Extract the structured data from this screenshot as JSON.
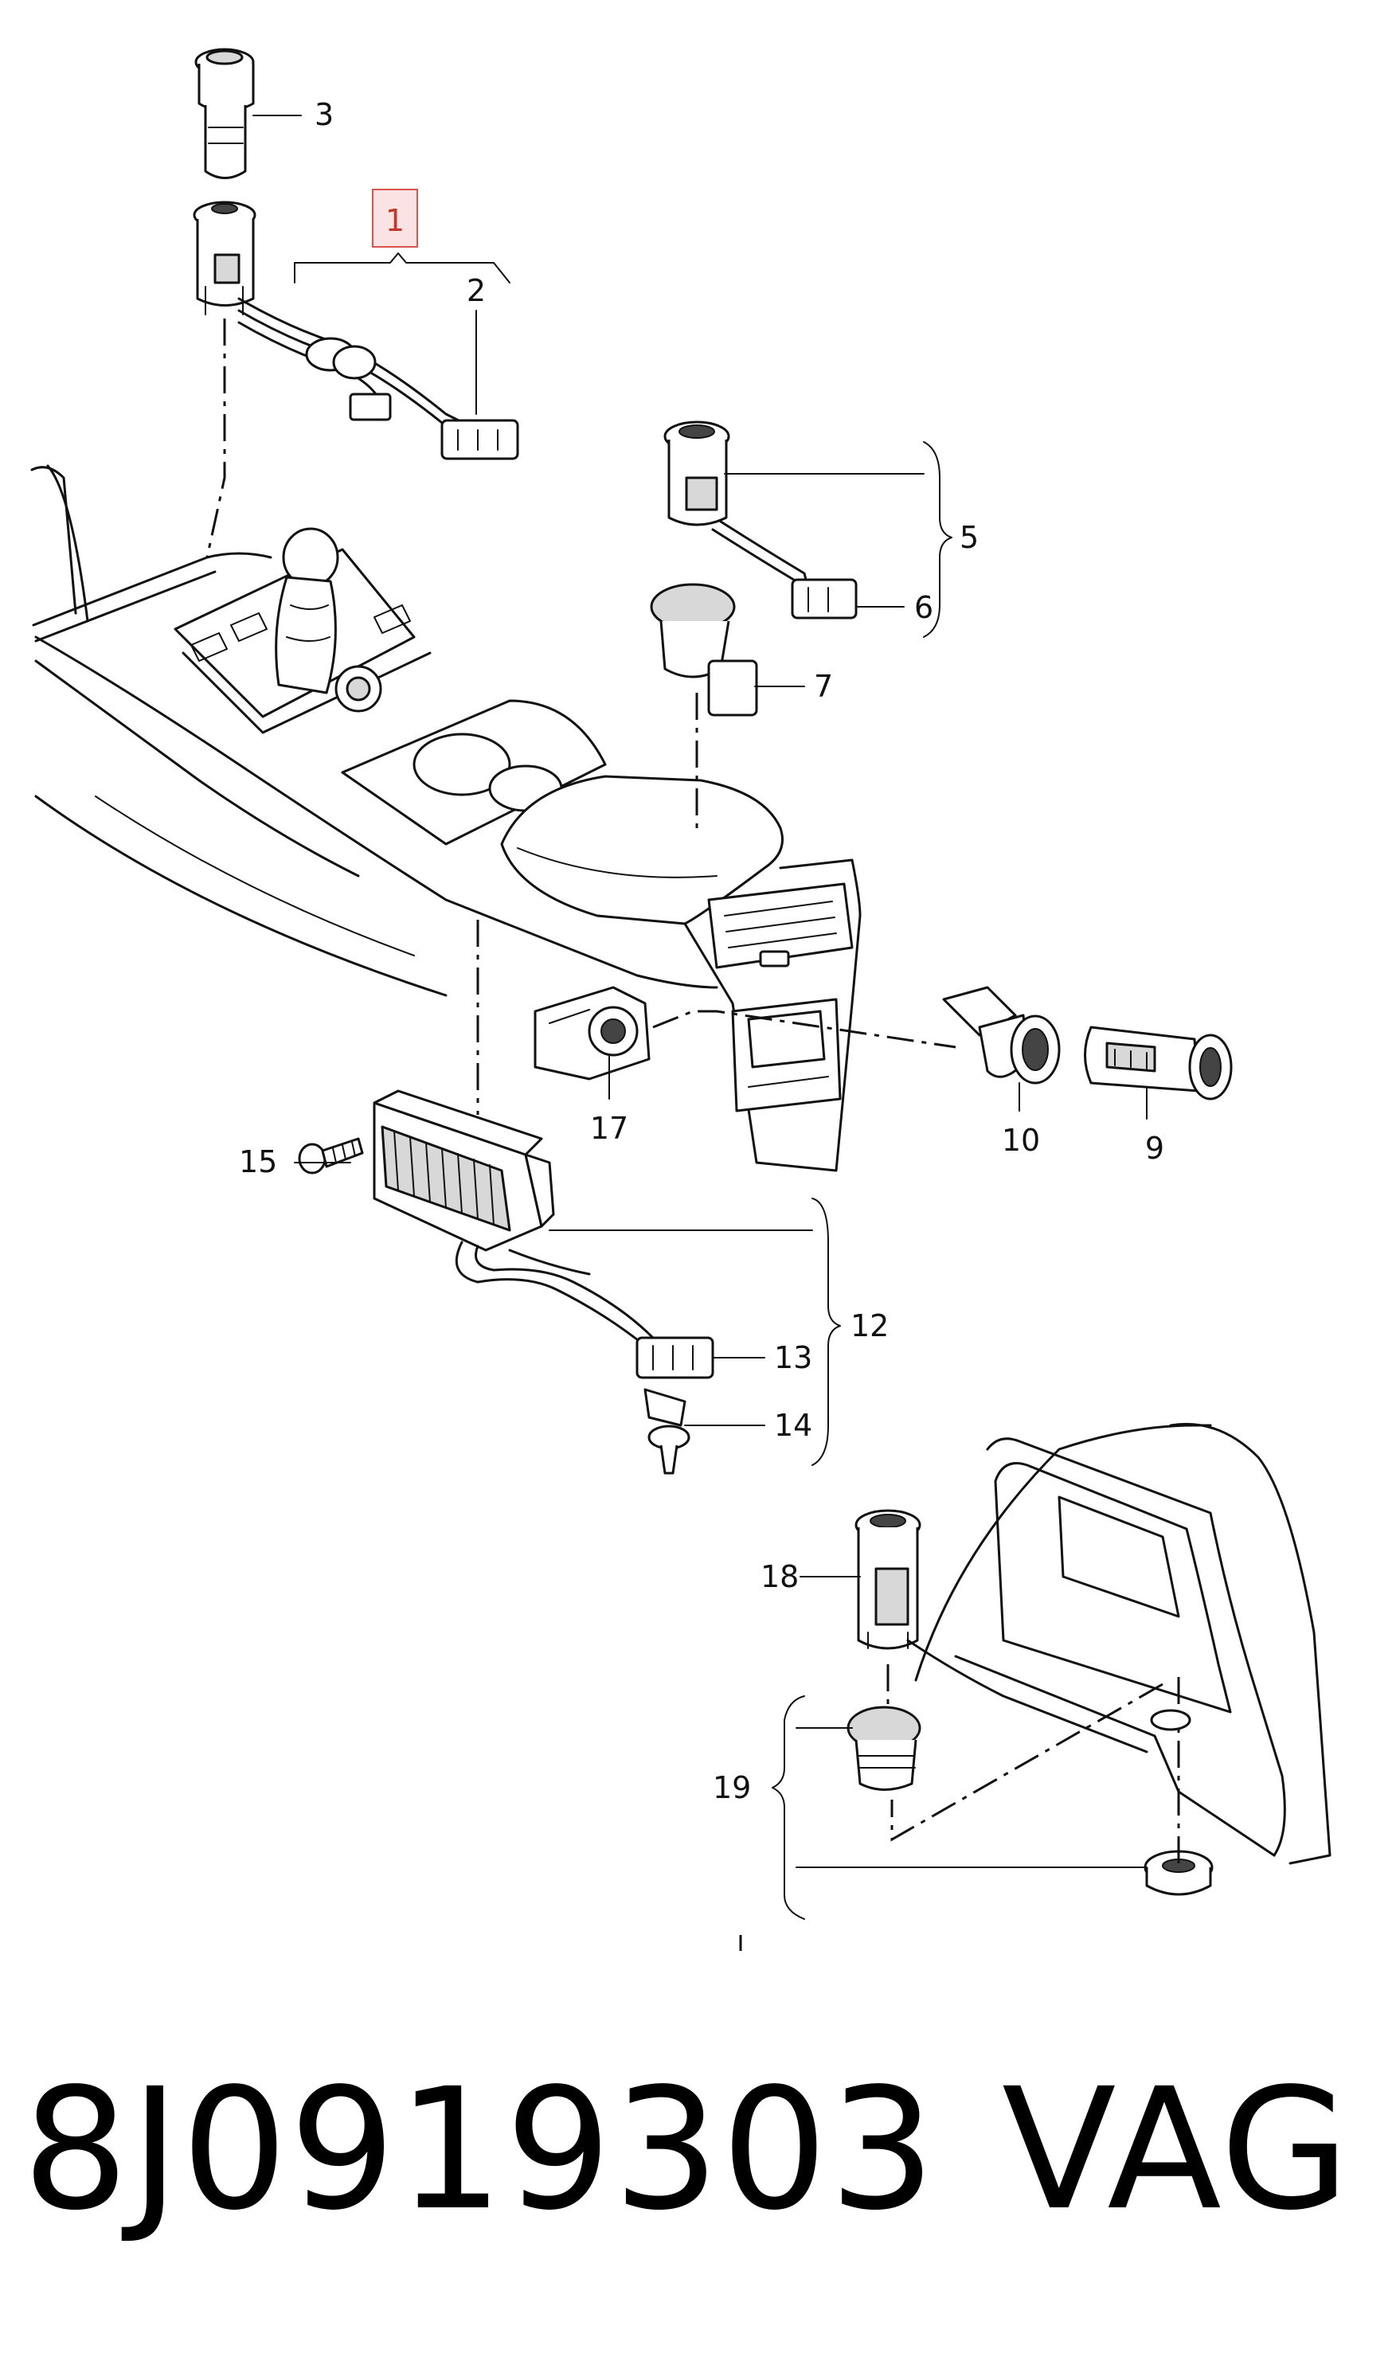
{
  "callouts": {
    "c1": "1",
    "c2": "2",
    "c3": "3",
    "c5": "5",
    "c6": "6",
    "c7": "7",
    "c9": "9",
    "c10": "10",
    "c12": "12",
    "c13": "13",
    "c14": "14",
    "c15": "15",
    "c17": "17",
    "c18": "18",
    "c19": "19"
  },
  "footer": {
    "part_number": "8J0919303",
    "brand": "VAG"
  },
  "colors": {
    "ink": "#111111",
    "highlight_border": "#d9534f",
    "highlight_fill": "#fbe3e3",
    "highlight_text": "#c0392b"
  }
}
